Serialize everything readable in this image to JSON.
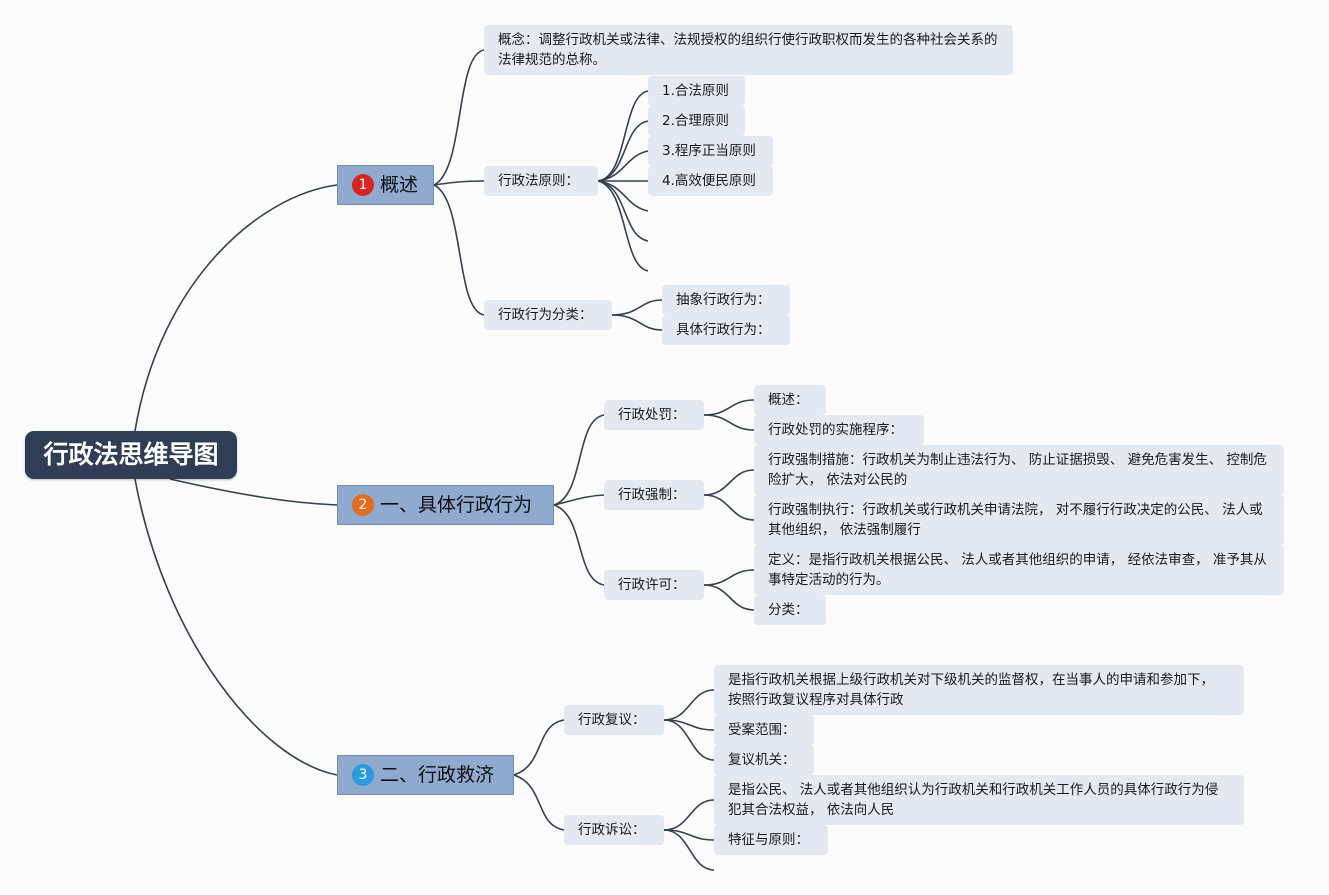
{
  "root": {
    "label": "行政法思维导图"
  },
  "branches": [
    {
      "number": "1",
      "label": "概述",
      "badge_color": "#d9251d"
    },
    {
      "number": "2",
      "label": "一、具体行政行为",
      "badge_color": "#e46c1d"
    },
    {
      "number": "3",
      "label": "二、行政救济",
      "badge_color": "#2a9be0"
    }
  ],
  "overview": {
    "concept": "概念：调整行政机关或法律、法规授权的组织行使行政职权而发生的各种社会关系的法律规范的总称。",
    "principles": {
      "label": "行政法原则：",
      "items": [
        "1.合法原则",
        "2.合理原则",
        "3.程序正当原则",
        "4.高效便民原则"
      ]
    },
    "classification": {
      "label": "行政行为分类：",
      "items": [
        "抽象行政行为：",
        "具体行政行为："
      ]
    }
  },
  "specific_acts": {
    "penalty": {
      "label": "行政处罚：",
      "items": [
        "概述：",
        "行政处罚的实施程序："
      ]
    },
    "coercion": {
      "label": "行政强制：",
      "items": [
        "行政强制措施：行政机关为制止违法行为、 防止证据损毁、 避免危害发生、 控制危险扩大， 依法对公民的",
        "行政强制执行：行政机关或行政机关申请法院， 对不履行行政决定的公民、 法人或其他组织， 依法强制履行"
      ]
    },
    "license": {
      "label": "行政许可：",
      "items": [
        "定义：是指行政机关根据公民、 法人或者其他组织的申请， 经依法审查， 准予其从事特定活动的行为。",
        "分类："
      ]
    }
  },
  "remedies": {
    "reconsideration": {
      "label": "行政复议：",
      "items": [
        "是指行政机关根据上级行政机关对下级机关的监督权，在当事人的申请和参加下， 按照行政复议程序对具体行政",
        "受案范围：",
        "复议机关："
      ]
    },
    "litigation": {
      "label": "行政诉讼：",
      "items": [
        "是指公民、 法人或者其他组织认为行政机关和行政机关工作人员的具体行政行为侵犯其合法权益， 依法向人民",
        "特征与原则："
      ]
    }
  }
}
